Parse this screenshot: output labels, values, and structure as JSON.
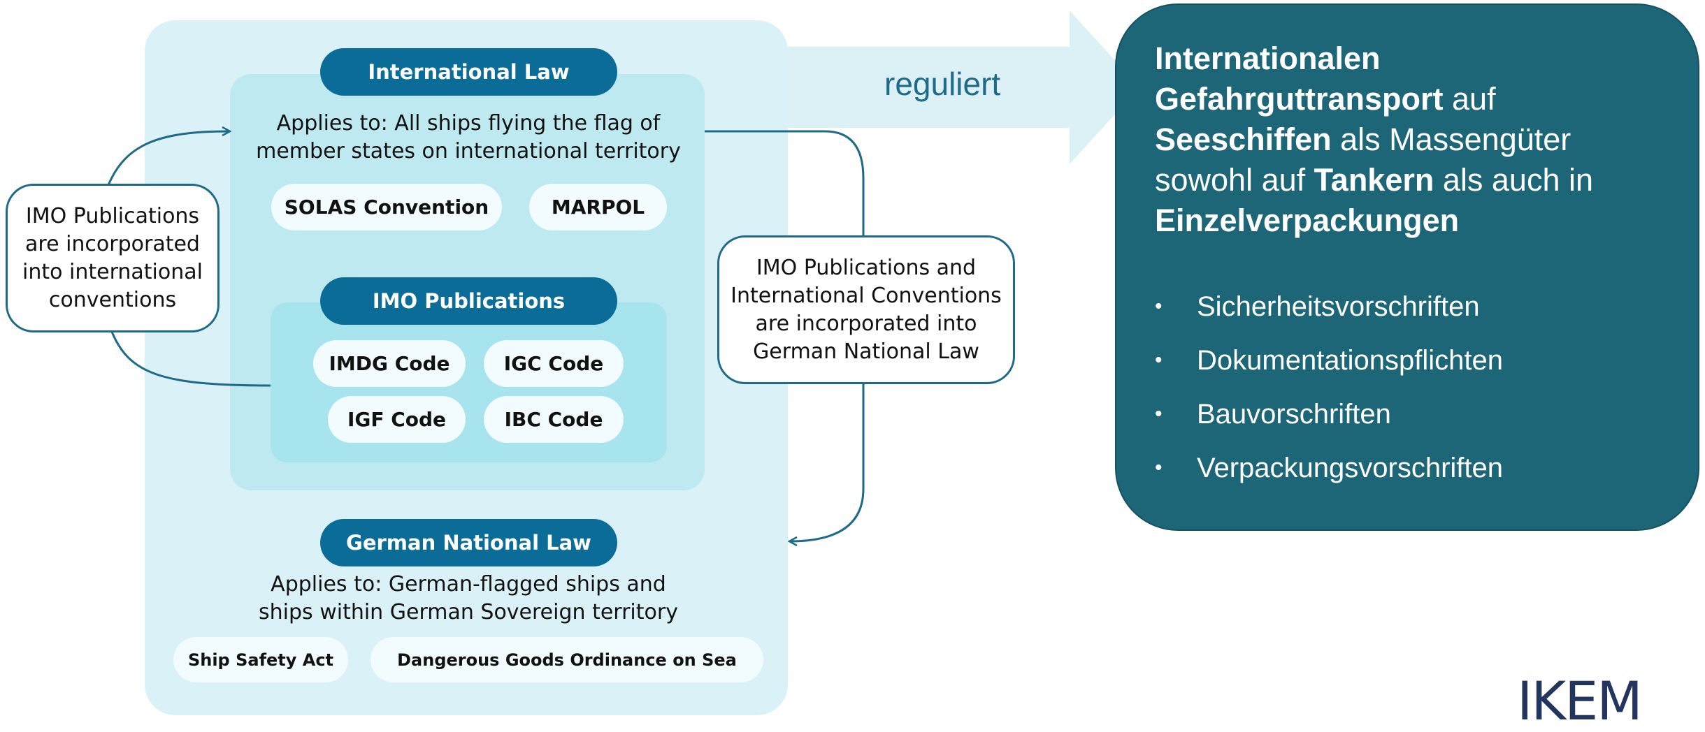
{
  "international_law": {
    "header": "International Law",
    "applies": "Applies to: All ships flying the flag of\nmember states on international territory",
    "conventions": [
      "SOLAS Convention",
      "MARPOL"
    ]
  },
  "imo_publications": {
    "header": "IMO Publications",
    "codes": [
      "IMDG Code",
      "IGC Code",
      "IGF Code",
      "IBC Code"
    ]
  },
  "german_law": {
    "header": "German National Law",
    "applies": "Applies to: German-flagged ships and\nships within German Sovereign territory",
    "acts": [
      "Ship Safety Act",
      "Dangerous Goods Ordinance on Sea"
    ]
  },
  "callout_left": "IMO Publications\nare incorporated\ninto international\nconventions",
  "callout_right": "IMO Publications and\nInternational Conventions\nare incorporated into\nGerman National Law",
  "arrow_label": "reguliert",
  "right_panel": {
    "title_parts": [
      {
        "text": "Internationalen",
        "bold": true
      },
      {
        "text": " ",
        "bold": false
      },
      {
        "text": "Gefahrguttransport",
        "bold": true
      },
      {
        "text": " auf ",
        "bold": false
      },
      {
        "text": "Seeschiffen",
        "bold": true
      },
      {
        "text": " als Massengüter sowohl auf ",
        "bold": false
      },
      {
        "text": "Tankern",
        "bold": true
      },
      {
        "text": " als auch in ",
        "bold": false
      },
      {
        "text": "Einzelverpackungen",
        "bold": true
      }
    ],
    "bullet_symbol": "•",
    "bullets": [
      "Sicherheitsvorschriften",
      "Dokumentationspflichten",
      "Bauvorschriften",
      "Verpackungsvorschriften"
    ]
  },
  "logo_text": "IKEM",
  "colors": {
    "outer_bg": "#daf2f7",
    "intl_bg": "#bfe9f1",
    "imo_bg": "#a8e4ee",
    "header_bg": "#0b6d97",
    "panel_bg": "#1c6678",
    "arrow_fill": "#dcf1f6",
    "connector": "#1e6a88",
    "logo": "#23345f"
  }
}
